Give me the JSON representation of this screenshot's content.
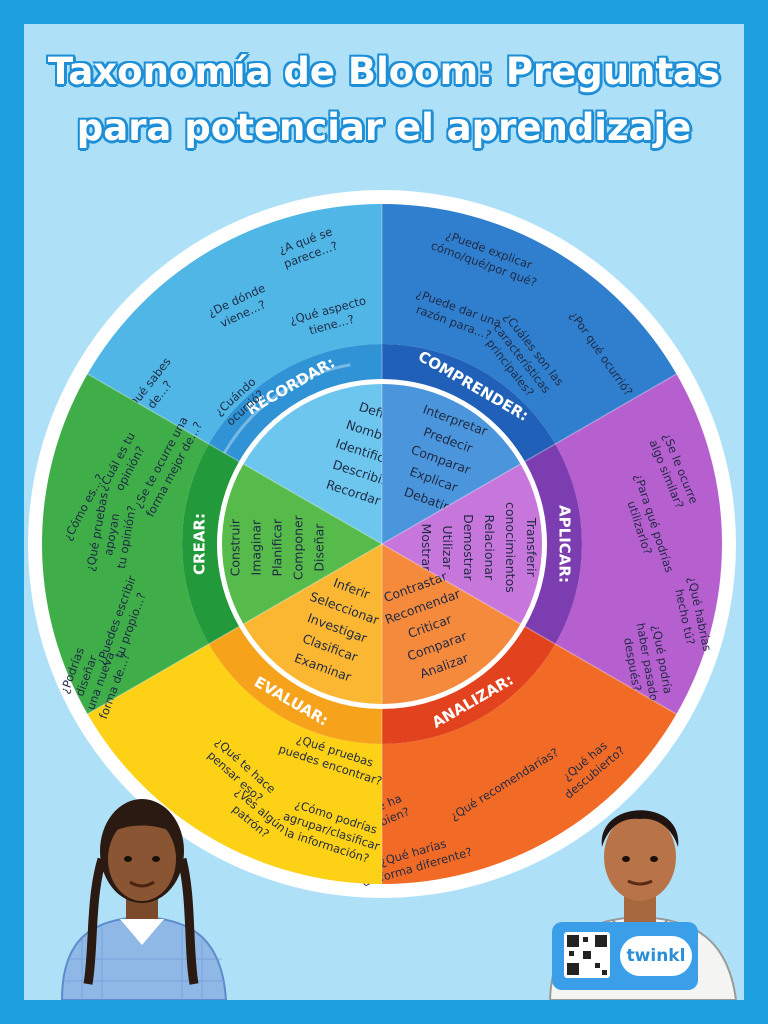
{
  "title": {
    "line1": "Taxonomía de Bloom: Preguntas",
    "line2": "para potenciar el aprendizaje"
  },
  "colors": {
    "background": "#aee1f7",
    "frame": "#1e9fe0",
    "recordar": "#4fb6e6",
    "comprender": "#2f7fce",
    "aplicar": "#b65fcf",
    "analizar": "#f26b26",
    "evaluar": "#fcd116",
    "crear": "#3fae49"
  },
  "segments": [
    {
      "key": "recordar",
      "heading": "RECORDAR:",
      "verbs": [
        "Definir",
        "Nombrar",
        "Identificar",
        "Describir",
        "Recordar"
      ],
      "questions": [
        [
          "¿A qué se",
          "parece...?"
        ],
        [
          "¿De dónde",
          "viene...?"
        ],
        [
          "¿Qué aspecto",
          "tiene...?"
        ],
        [
          "¿Qué sabes",
          "de...?"
        ],
        [
          "¿Cuándo",
          "ocurrió?"
        ]
      ]
    },
    {
      "key": "comprender",
      "heading": "COMPRENDER:",
      "verbs": [
        "Interpretar",
        "Predecir",
        "Comparar",
        "Explicar",
        "Debatir"
      ],
      "questions": [
        [
          "¿Puede explicar",
          "cómo/qué/por qué?"
        ],
        [
          "¿Puede dar una",
          "razón para...?"
        ],
        [
          "¿Por qué ocurrió?"
        ],
        [
          "¿Cuáles son las",
          "características",
          "principales?"
        ]
      ]
    },
    {
      "key": "aplicar",
      "heading": "APLICAR:",
      "verbs": [
        "Transferir",
        "conocimientos",
        "Relacionar",
        "Demostrar",
        "Utilizar",
        "Mostrar"
      ],
      "questions": [
        [
          "¿Se le ocurre",
          "algo similar?"
        ],
        [
          "¿Para qué podrías",
          "utilizarlo?"
        ],
        [
          "¿Qué habrías",
          "hecho tú?"
        ],
        [
          "¿Qué podría",
          "haber pasado",
          "después?"
        ]
      ]
    },
    {
      "key": "analizar",
      "heading": "ANALIZAR:",
      "verbs": [
        "Contrastar",
        "Recomendar",
        "Criticar",
        "Comparar",
        "Analizar"
      ],
      "questions": [
        [
          "¿Qué recomendarías?"
        ],
        [
          "¿Qué has",
          "descubierto?"
        ],
        [
          "¿Qué ha",
          "ido bien?"
        ],
        [
          "¿Qué harías",
          "de forma diferente?"
        ]
      ]
    },
    {
      "key": "evaluar",
      "heading": "EVALUAR:",
      "verbs": [
        "Inferir",
        "Seleccionar",
        "Investigar",
        "Clasificar",
        "Examinar"
      ],
      "questions": [
        [
          "¿Ves algún",
          "patrón?"
        ],
        [
          "¿Qué te hace",
          "pensar eso?"
        ],
        [
          "¿Qué pruebas",
          "puedes encontrar?"
        ],
        [
          "¿Cómo podrías",
          "agrupar/clasificar",
          "la información?"
        ]
      ]
    },
    {
      "key": "crear",
      "heading": "CREAR:",
      "verbs": [
        "Construir",
        "Imaginar",
        "Planificar",
        "Componer",
        "Diseñar"
      ],
      "questions": [
        [
          "¿Cómo es...?"
        ],
        [
          "¿Cuál es tu",
          "opinión?"
        ],
        [
          "¿Se te ocurre una",
          "forma mejor de...?"
        ],
        [
          "¿Qué pruebas",
          "apoyan",
          "tu opinión?"
        ],
        [
          "¿Puedes escribir",
          "tu propio...?"
        ],
        [
          "¿Podrías",
          "diseñar",
          "una nueva",
          "forma de...?"
        ]
      ]
    }
  ],
  "brand": {
    "logo": "twinkl",
    "qr_icon": "qr-code-icon"
  }
}
